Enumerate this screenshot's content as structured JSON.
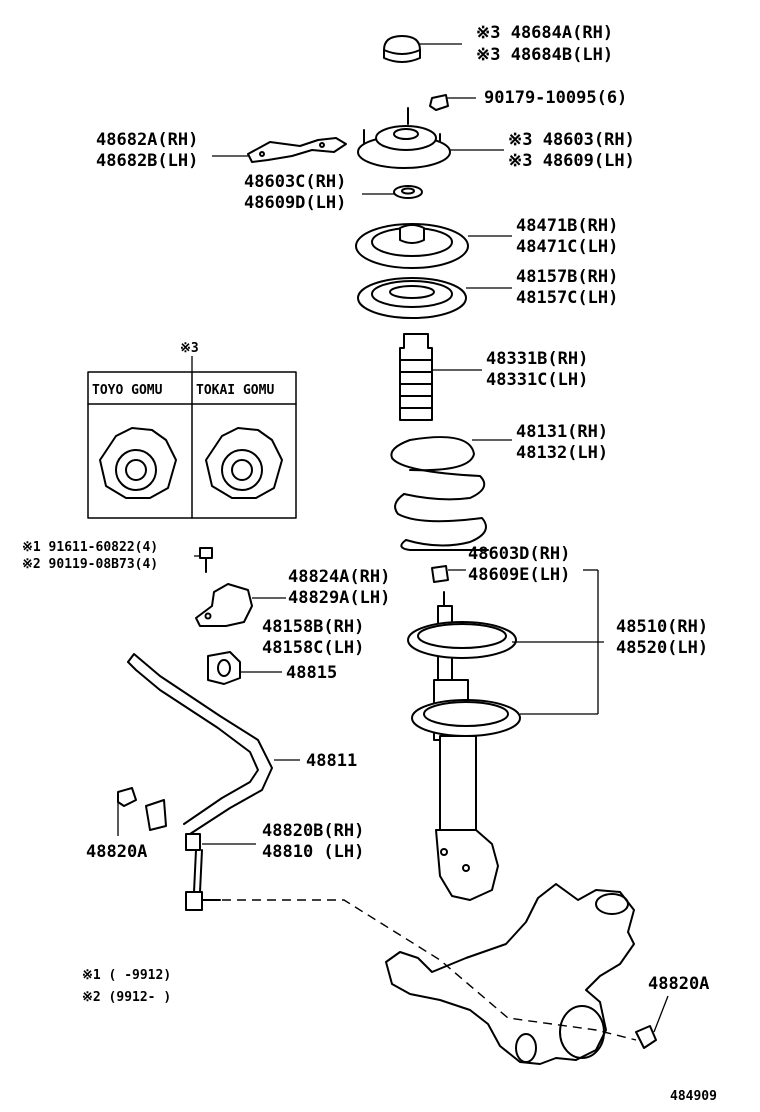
{
  "labels": {
    "p48684a": "※3 48684A(RH)",
    "p48684b": "※3 48684B(LH)",
    "p90179": "90179-10095(6)",
    "p48682a": "48682A(RH)",
    "p48682b": "48682B(LH)",
    "p48603rh": "※3 48603(RH)",
    "p48609lh": "※3 48609(LH)",
    "p48603c": "48603C(RH)",
    "p48609d": "48609D(LH)",
    "p48471b": "48471B(RH)",
    "p48471c": "48471C(LH)",
    "p48157b": "48157B(RH)",
    "p48157c": "48157C(LH)",
    "note3": "※3",
    "toyo": "TOYO GOMU",
    "tokai": "TOKAI GOMU",
    "p48331b": "48331B(RH)",
    "p48331c": "48331C(LH)",
    "p48131": "48131(RH)",
    "p48132": "48132(LH)",
    "p91611": "※1 91611-60822(4)",
    "p90119": "※2 90119-08B73(4)",
    "p48603d": "48603D(RH)",
    "p48609e": "48609E(LH)",
    "p48824a": "48824A(RH)",
    "p48829a": "48829A(LH)",
    "p48158b": "48158B(RH)",
    "p48158c": "48158C(LH)",
    "p48510": "48510(RH)",
    "p48520": "48520(LH)",
    "p48815": "48815",
    "p48811": "48811",
    "p48820a_left": "48820A",
    "p48820b": "48820B(RH)",
    "p48810": "48810 (LH)",
    "p48820a_right": "48820A",
    "footnote1": "※1 (     -9912)",
    "footnote2": "※2 (9912-     )",
    "diagram_id": "484909"
  }
}
